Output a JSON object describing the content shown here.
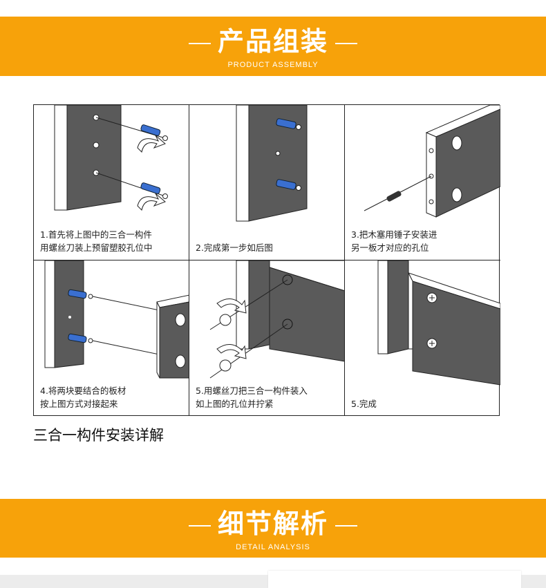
{
  "header": {
    "title": "产品组装",
    "subtitle": "PRODUCT ASSEMBLY"
  },
  "steps": [
    {
      "caption_line1": "1.首先将上图中的三合一构件",
      "caption_line2": "用螺丝刀装上预留塑胶孔位中"
    },
    {
      "caption_line1": "2.完成第一步如后图",
      "caption_line2": ""
    },
    {
      "caption_line1": "3.把木塞用锤子安装进",
      "caption_line2": "另一板才对应的孔位"
    },
    {
      "caption_line1": "4.将两块要结合的板材",
      "caption_line2": "按上图方式对接起来"
    },
    {
      "caption_line1": "5.用螺丝刀把三合一构件装入",
      "caption_line2": "如上图的孔位并拧紧"
    },
    {
      "caption_line1": "5.完成",
      "caption_line2": ""
    }
  ],
  "section_title": "三合一构件安装详解",
  "footer_header": {
    "title": "细节解析",
    "subtitle": "DETAIL ANALYSIS"
  },
  "colors": {
    "banner": "#f7a20a",
    "board_dark": "#5a5a5a",
    "connector_blue": "#3a6fd0"
  }
}
